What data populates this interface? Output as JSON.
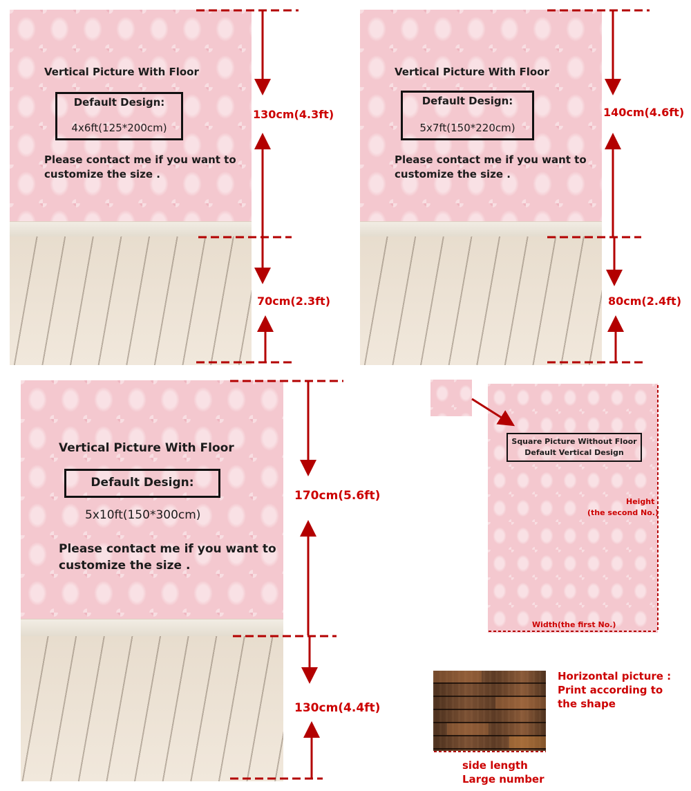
{
  "colors": {
    "accent": "#cc0000",
    "wall": "#f4c8cf",
    "floor": "#ece1d3"
  },
  "panels": [
    {
      "heading": "Vertical Picture With Floor",
      "design_label": "Default Design:",
      "size": "4x6ft(125*200cm)",
      "contact_line1": "Please contact me if you want to",
      "contact_line2": "customize the size .",
      "top_dimension": "130cm(4.3ft)",
      "bottom_dimension": "70cm(2.3ft)"
    },
    {
      "heading": "Vertical Picture With Floor",
      "design_label": "Default Design:",
      "size": "5x7ft(150*220cm)",
      "contact_line1": "Please contact me if you want to",
      "contact_line2": "customize the size .",
      "top_dimension": "140cm(4.6ft)",
      "bottom_dimension": "80cm(2.4ft)"
    },
    {
      "heading": "Vertical Picture With Floor",
      "design_label": "Default Design:",
      "size": "5x10ft(150*300cm)",
      "contact_line1": "Please contact me if you want to",
      "contact_line2": "customize the size .",
      "top_dimension": "170cm(5.6ft)",
      "bottom_dimension": "130cm(4.4ft)"
    }
  ],
  "square": {
    "label_line1": "Square Picture Without Floor",
    "label_line2": "Default Vertical Design",
    "height_line1": "Height",
    "height_line2": "(the second No.)",
    "width_label": "Width(the first No.)"
  },
  "horizontal": {
    "line1": "Horizontal picture :",
    "line2": "Print according to",
    "line3": "the shape",
    "side_line1": "side length",
    "side_line2": "Large number"
  }
}
